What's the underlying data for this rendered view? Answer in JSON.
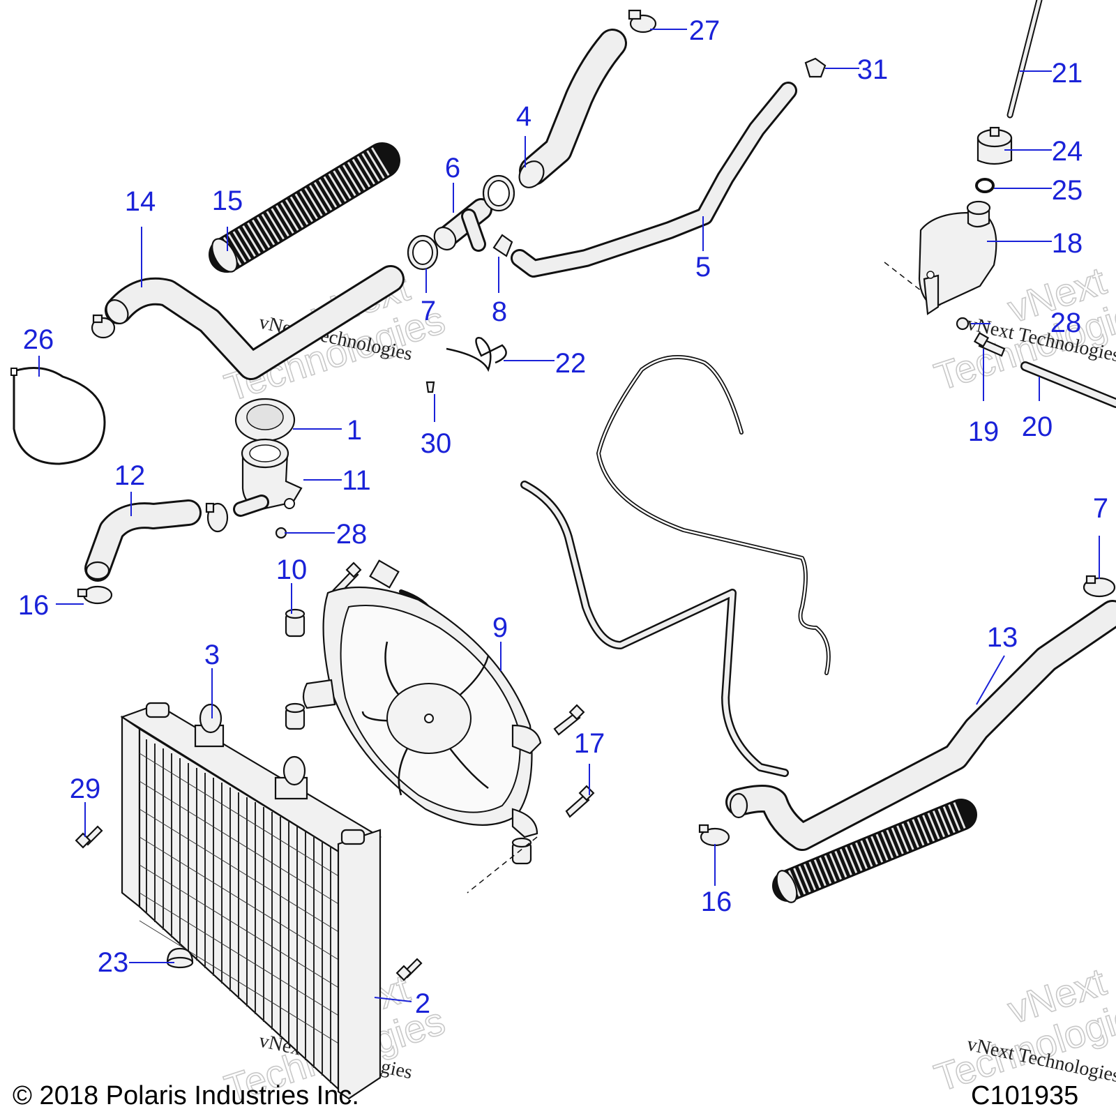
{
  "copyright": "© 2018 Polaris Industries Inc.",
  "figure_id": "C101935",
  "watermark_lines": [
    "vNext",
    "Technologies"
  ],
  "watermark_caption": "vNext Technologies",
  "callout_color": "#1a22d8",
  "callouts": {
    "c1": "1",
    "c2": "2",
    "c3": "3",
    "c4": "4",
    "c5": "5",
    "c6": "6",
    "c7a": "7",
    "c7b": "7",
    "c8": "8",
    "c9": "9",
    "c10": "10",
    "c11": "11",
    "c12": "12",
    "c13": "13",
    "c14": "14",
    "c15": "15",
    "c16a": "16",
    "c16b": "16",
    "c17": "17",
    "c18": "18",
    "c19": "19",
    "c20": "20",
    "c21": "21",
    "c22": "22",
    "c23": "23",
    "c24": "24",
    "c25": "25",
    "c26": "26",
    "c27": "27",
    "c28a": "28",
    "c28b": "28",
    "c29": "29",
    "c30": "30",
    "c31": "31"
  }
}
